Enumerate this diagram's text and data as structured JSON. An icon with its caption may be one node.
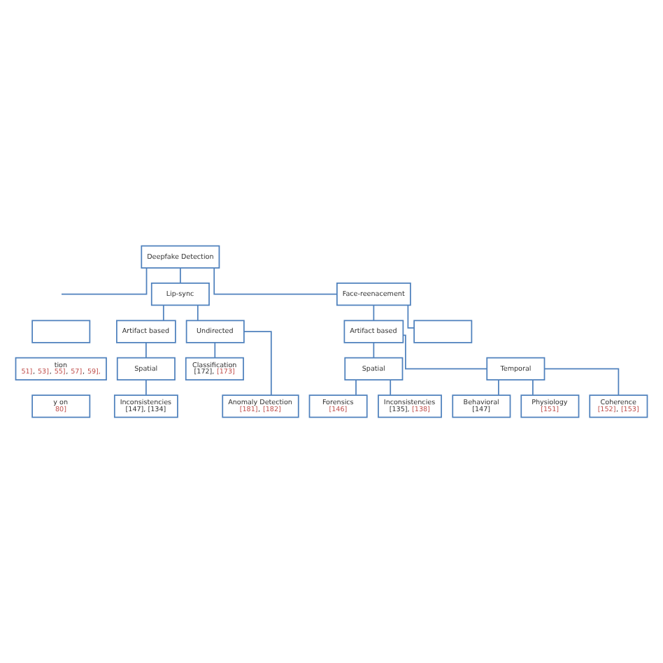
{
  "diagram": {
    "nodes": [
      {
        "text": [
          "Deepfake Detection"
        ]
      },
      {
        "text": [
          "Lip-sync"
        ]
      },
      {
        "text": [
          "Face-reenacement"
        ]
      },
      {
        "text": [],
        "shape": "box"
      },
      {
        "text": [
          "Artifact based"
        ]
      },
      {
        "text": [
          "Undirected"
        ]
      },
      {
        "text": [
          "Artifact based"
        ]
      },
      {
        "text": [],
        "shape": "box"
      },
      {
        "text": [
          "tion",
          "51], 53], 55], 57], 59],"
        ]
      },
      {
        "text": [
          "Spatial"
        ]
      },
      {
        "text": [
          "Classification",
          "[172], [173]"
        ]
      },
      {
        "text": [
          "Spatial"
        ]
      },
      {
        "text": [
          "Temporal"
        ]
      },
      {
        "text": [
          "Inconsistencies",
          "[147], [134]"
        ]
      },
      {
        "text": [
          "Anomaly Detection",
          "[181], [182]"
        ]
      },
      {
        "text": [
          "Forensics",
          "[146]"
        ]
      },
      {
        "text": [
          "Behavioral",
          "[147]"
        ]
      },
      {
        "text": [
          "y on",
          "80]"
        ]
      },
      {
        "text": [
          "Inconsistencies",
          "[135], [138]"
        ]
      },
      {
        "text": [
          "Physiology",
          "[151]"
        ]
      },
      {
        "text": [
          "Coherence",
          "[152], [153]"
        ]
      }
    ],
    "edges": [
      {
        "from": 0,
        "to": null,
        "arrow": "none"
      },
      {
        "from": 0,
        "to": 1,
        "arrow": "none"
      },
      {
        "from": 0,
        "to": 2,
        "arrow": "none"
      },
      {
        "from": 1,
        "to": 4,
        "arrow": "none"
      },
      {
        "from": 1,
        "to": 5,
        "arrow": "none"
      },
      {
        "from": 2,
        "to": 6,
        "arrow": "none"
      },
      {
        "from": 2,
        "to": 7,
        "arrow": "none"
      },
      {
        "from": 4,
        "to": 9,
        "arrow": "none"
      },
      {
        "from": 5,
        "to": 10,
        "arrow": "none"
      },
      {
        "from": 5,
        "to": 14,
        "arrow": "none"
      },
      {
        "from": 6,
        "to": 11,
        "arrow": "none"
      },
      {
        "from": 6,
        "to": 12,
        "arrow": "none"
      },
      {
        "from": 9,
        "to": 13,
        "arrow": "none"
      },
      {
        "from": 11,
        "to": 15,
        "arrow": "none"
      },
      {
        "from": 11,
        "to": 18,
        "arrow": "none"
      },
      {
        "from": 12,
        "to": 16,
        "arrow": "none"
      },
      {
        "from": 12,
        "to": 19,
        "arrow": "none"
      },
      {
        "from": 12,
        "to": 20,
        "arrow": "none"
      }
    ]
  }
}
